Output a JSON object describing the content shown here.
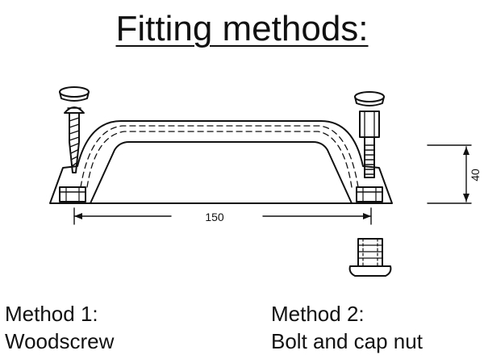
{
  "title": "Fitting methods:",
  "dimensions": {
    "length": "150",
    "height": "40"
  },
  "methods": [
    {
      "label": "Method 1:",
      "name": "Woodscrew"
    },
    {
      "label": "Method 2:",
      "name": "Bolt and cap nut"
    }
  ]
}
